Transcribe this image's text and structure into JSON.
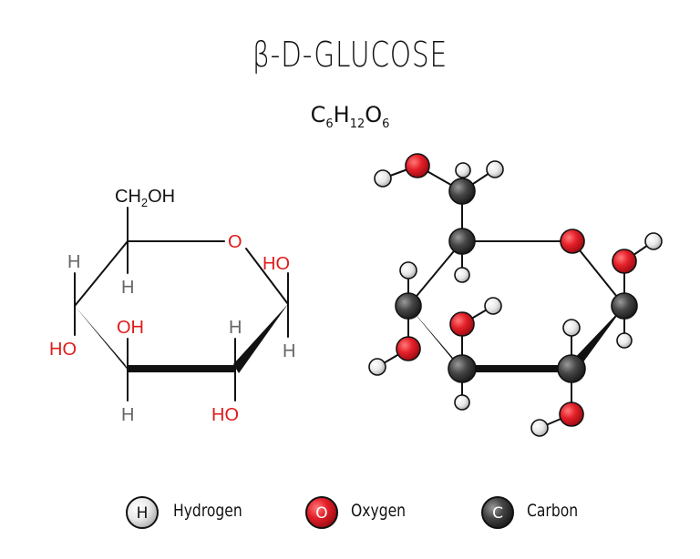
{
  "title": "β-D-GLUCOSE",
  "formula": {
    "c": "C",
    "c_n": "6",
    "h": "H",
    "h_n": "12",
    "o": "O",
    "o_n": "6"
  },
  "skeletal": {
    "ch2oh_a": "CH",
    "ch2oh_sub": "2",
    "ch2oh_b": "OH",
    "ring_o": "O",
    "ho_c1": "HO",
    "h_c1": "H",
    "h_c5": "H",
    "h_c4_top": "H",
    "ho_c4": "HO",
    "oh_c3": "OH",
    "h_c3_bottom": "H",
    "h_c2": "H",
    "ho_c2": "HO"
  },
  "legend": {
    "hydrogen_symbol": "H",
    "hydrogen_label": "Hydrogen",
    "oxygen_symbol": "O",
    "oxygen_label": "Oxygen",
    "carbon_symbol": "C",
    "carbon_label": "Carbon"
  },
  "colors": {
    "hydrogen": "#e8e8e8",
    "oxygen": "#e5202a",
    "carbon": "#474747",
    "label_red": "#e01b1b",
    "label_gray": "#666666",
    "bond": "#111111"
  }
}
